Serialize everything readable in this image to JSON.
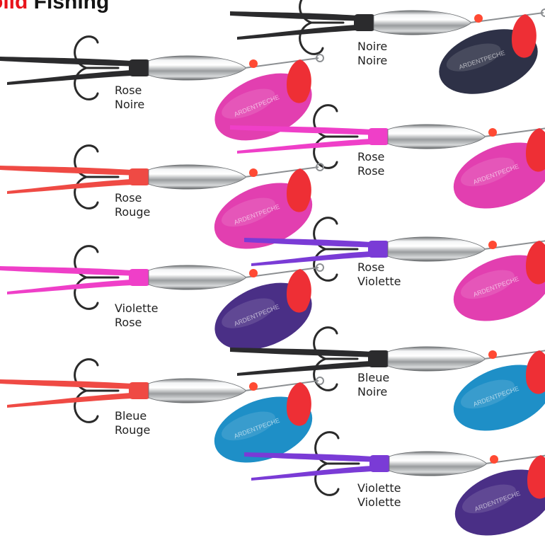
{
  "header": {
    "title_part1": "olid",
    "title_part2": "Fishing"
  },
  "brand": {
    "watermark": "ARDENTPECHE"
  },
  "colors": {
    "black": "#2b2b2d",
    "pink": "#ef3fc8",
    "red": "#ef4a44",
    "purple": "#7a3bd6",
    "blade_pink": "#e23fb0",
    "blade_pink_light": "#f07ad6",
    "blade_navy": "#2e3147",
    "blade_purple": "#4a2f86",
    "blade_blue": "#1e8fc7",
    "blade_red": "#ee2f35",
    "bead": "#ff4a33",
    "title_red": "#e8131b"
  },
  "lures": [
    {
      "id": "noire-noire",
      "line1": "Noire",
      "line2": "Noire",
      "tail": "black",
      "blade": "blade_navy"
    },
    {
      "id": "rose-noire",
      "line1": "Rose",
      "line2": "Noire",
      "tail": "black",
      "blade": "blade_pink"
    },
    {
      "id": "rose-rose",
      "line1": "Rose",
      "line2": "Rose",
      "tail": "pink",
      "blade": "blade_pink"
    },
    {
      "id": "rose-rouge",
      "line1": "Rose",
      "line2": "Rouge",
      "tail": "red",
      "blade": "blade_pink"
    },
    {
      "id": "rose-violette",
      "line1": "Rose",
      "line2": "Violette",
      "tail": "purple",
      "blade": "blade_pink"
    },
    {
      "id": "violette-rose",
      "line1": "Violette",
      "line2": "Rose",
      "tail": "pink",
      "blade": "blade_purple"
    },
    {
      "id": "bleue-noire",
      "line1": "Bleue",
      "line2": "Noire",
      "tail": "black",
      "blade": "blade_blue"
    },
    {
      "id": "bleue-rouge",
      "line1": "Bleue",
      "line2": "Rouge",
      "tail": "red",
      "blade": "blade_blue"
    },
    {
      "id": "violette-violette",
      "line1": "Violette",
      "line2": "Violette",
      "tail": "purple",
      "blade": "blade_purple"
    }
  ]
}
